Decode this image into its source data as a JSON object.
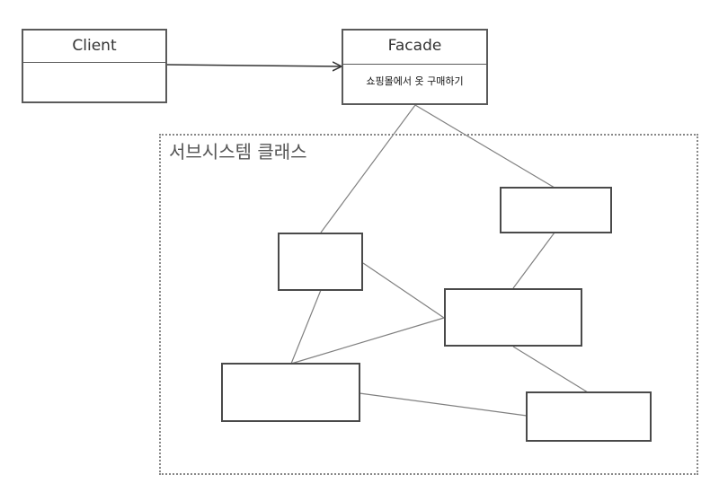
{
  "client": {
    "title": "Client"
  },
  "facade": {
    "title": "Facade",
    "operation": "쇼핑몰에서 옷 구매하기"
  },
  "subsystem": {
    "label": "서브시스템 클래스"
  },
  "colors": {
    "line": "#808080",
    "arrow": "#333333",
    "box_border": "#4a4a4a"
  },
  "relations": [
    {
      "from": "client-box",
      "to": "facade-box",
      "type": "arrow"
    },
    {
      "from": "facade-box",
      "to": "subsystem-box-1",
      "type": "line"
    },
    {
      "from": "facade-box",
      "to": "subsystem-box-2",
      "type": "line"
    },
    {
      "from": "subsystem-box-1",
      "to": "subsystem-box-3",
      "type": "line"
    },
    {
      "from": "subsystem-box-1",
      "to": "subsystem-box-4",
      "type": "line"
    },
    {
      "from": "subsystem-box-2",
      "to": "subsystem-box-3",
      "type": "line"
    },
    {
      "from": "subsystem-box-3",
      "to": "subsystem-box-4",
      "type": "line"
    },
    {
      "from": "subsystem-box-3",
      "to": "subsystem-box-5",
      "type": "line"
    },
    {
      "from": "subsystem-box-4",
      "to": "subsystem-box-5",
      "type": "line"
    }
  ]
}
